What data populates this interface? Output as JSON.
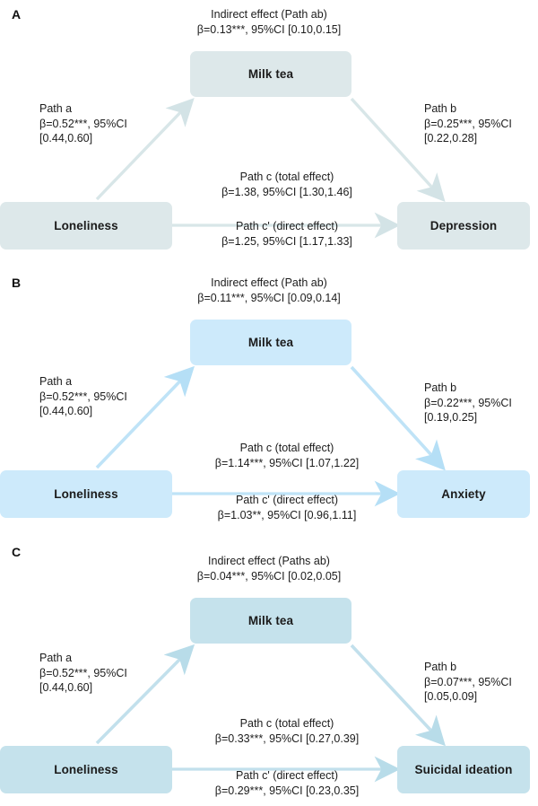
{
  "figure": {
    "type": "mediation-path-diagram",
    "panel_count": 3,
    "colors": {
      "panel_a_node_fill": "#dde8ea",
      "panel_b_node_fill": "#cdeafb",
      "panel_c_node_fill": "#c5e2ec",
      "panel_a_arrow": "#d8e6e8",
      "panel_b_arrow": "#bfe3f7",
      "panel_c_arrow": "#c2e0ec",
      "text": "#1c1c1c",
      "background": "#ffffff"
    }
  },
  "panels": [
    {
      "letter": "A",
      "nodes": {
        "mediator": "Milk tea",
        "predictor": "Loneliness",
        "outcome": "Depression"
      },
      "indirect": {
        "title": "Indirect effect (Path ab)",
        "stat": "β=0.13***, 95%CI [0.10,0.15]"
      },
      "path_a": {
        "title": "Path a",
        "stat": "β=0.52***, 95%CI",
        "ci": "[0.44,0.60]"
      },
      "path_b": {
        "title": "Path b",
        "stat": "β=0.25***, 95%CI",
        "ci": "[0.22,0.28]"
      },
      "path_c": {
        "title": "Path c (total effect)",
        "stat": "β=1.38, 95%CI [1.30,1.46]"
      },
      "path_c_prime": {
        "title": "Path c' (direct effect)",
        "stat": "β=1.25, 95%CI [1.17,1.33]"
      }
    },
    {
      "letter": "B",
      "nodes": {
        "mediator": "Milk tea",
        "predictor": "Loneliness",
        "outcome": "Anxiety"
      },
      "indirect": {
        "title": "Indirect effect (Path ab)",
        "stat": "β=0.11***, 95%CI [0.09,0.14]"
      },
      "path_a": {
        "title": "Path a",
        "stat": "β=0.52***, 95%CI",
        "ci": "[0.44,0.60]"
      },
      "path_b": {
        "title": "Path b",
        "stat": "β=0.22***, 95%CI",
        "ci": "[0.19,0.25]"
      },
      "path_c": {
        "title": "Path c (total effect)",
        "stat": "β=1.14***, 95%CI [1.07,1.22]"
      },
      "path_c_prime": {
        "title": "Path c' (direct effect)",
        "stat": "β=1.03**, 95%CI [0.96,1.11]"
      }
    },
    {
      "letter": "C",
      "nodes": {
        "mediator": "Milk tea",
        "predictor": "Loneliness",
        "outcome": "Suicidal ideation"
      },
      "indirect": {
        "title": "Indirect effect (Paths ab)",
        "stat": "β=0.04***, 95%CI [0.02,0.05]"
      },
      "path_a": {
        "title": "Path a",
        "stat": "β=0.52***, 95%CI",
        "ci": "[0.44,0.60]"
      },
      "path_b": {
        "title": "Path b",
        "stat": "β=0.07***, 95%CI",
        "ci": "[0.05,0.09]"
      },
      "path_c": {
        "title": "Path c (total effect)",
        "stat": "β=0.33***, 95%CI [0.27,0.39]"
      },
      "path_c_prime": {
        "title": "Path c' (direct effect)",
        "stat": "β=0.29***, 95%CI [0.23,0.35]"
      }
    }
  ]
}
